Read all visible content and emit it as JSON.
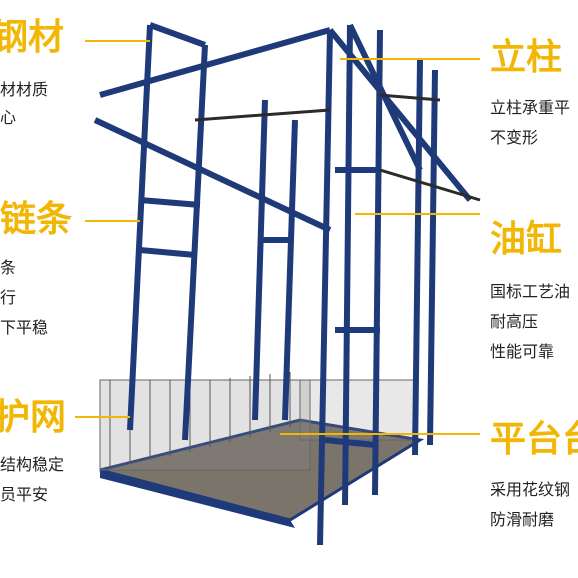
{
  "colors": {
    "accent": "#f2b705",
    "frame": "#1f3a78",
    "platform": "#6f6a62",
    "text": "#222222"
  },
  "labels": {
    "left_1": {
      "title": "钢材",
      "lines": [
        "材材质",
        "心"
      ]
    },
    "left_2": {
      "title": "链条",
      "lines": [
        "条",
        "行",
        "下平稳"
      ]
    },
    "left_3": {
      "title": "护网",
      "lines": [
        "结构稳定",
        "员平安"
      ]
    },
    "right_1": {
      "title": "立柱",
      "lines": [
        "立柱承重平",
        "不变形"
      ]
    },
    "right_2": {
      "title": "油缸",
      "lines": [
        "国标工艺油",
        "耐高压",
        "性能可靠"
      ]
    },
    "right_3": {
      "title": "平台台",
      "lines": [
        "采用花纹钢",
        "防滑耐磨"
      ]
    }
  }
}
